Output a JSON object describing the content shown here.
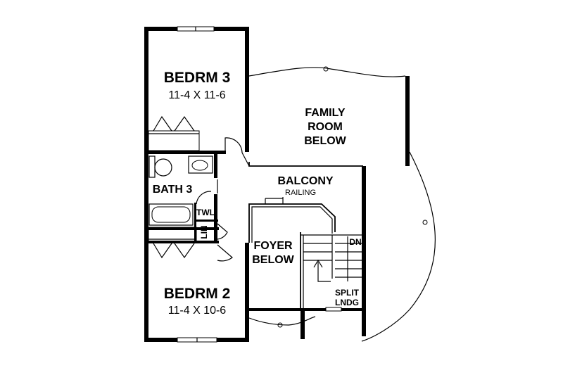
{
  "rooms": {
    "bedroom3": {
      "title": "BEDRM 3",
      "dims": "11-4 X 11-6"
    },
    "bedroom2": {
      "title": "BEDRM 2",
      "dims": "11-4 X 10-6"
    },
    "family": {
      "line1": "FAMILY",
      "line2": "ROOM",
      "line3": "BELOW"
    },
    "bath3": {
      "title": "BATH 3"
    },
    "balcony": {
      "title": "BALCONY"
    },
    "foyer": {
      "line1": "FOYER",
      "line2": "BELOW"
    }
  },
  "labels": {
    "railing": "RAILING",
    "towel": "TWL",
    "linen": "LIN",
    "down": "DN",
    "split_line1": "SPLIT",
    "split_line2": "LNDG"
  }
}
